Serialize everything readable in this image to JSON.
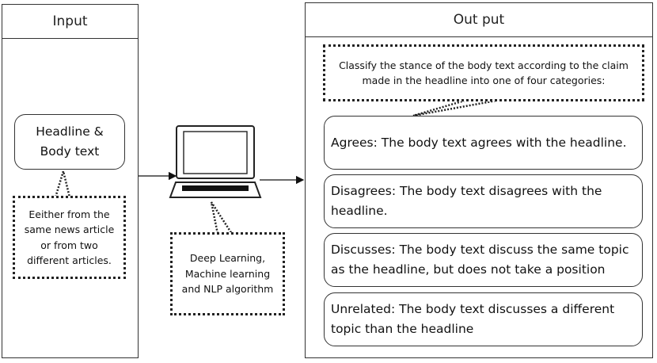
{
  "input_panel": {
    "title": "Input",
    "source_box": {
      "line1": "Headline &",
      "line2": "Body text"
    },
    "source_note": {
      "line1": "Eeither from the",
      "line2": "same news article",
      "line3": "or from two",
      "line4": "different articles."
    }
  },
  "process": {
    "icon": "laptop-icon",
    "note": {
      "line1": "Deep Learning,",
      "line2": "Machine learning",
      "line3": "and NLP algorithm"
    }
  },
  "output_panel": {
    "title": "Out put",
    "instruction": {
      "line1": "Classify the stance of the body text according to the claim",
      "line2": "made in the headline into one of four categories:"
    },
    "categories": [
      {
        "line1": "Agrees: The body text agrees with the headline.",
        "line2": ""
      },
      {
        "line1": "Disagrees: The body text disagrees with the",
        "line2": "headline."
      },
      {
        "line1": "Discusses: The body text discuss the same topic",
        "line2": "as the headline, but does not take a position"
      },
      {
        "line1": "Unrelated: The body text discusses a different",
        "line2": "topic than the headline"
      }
    ]
  }
}
